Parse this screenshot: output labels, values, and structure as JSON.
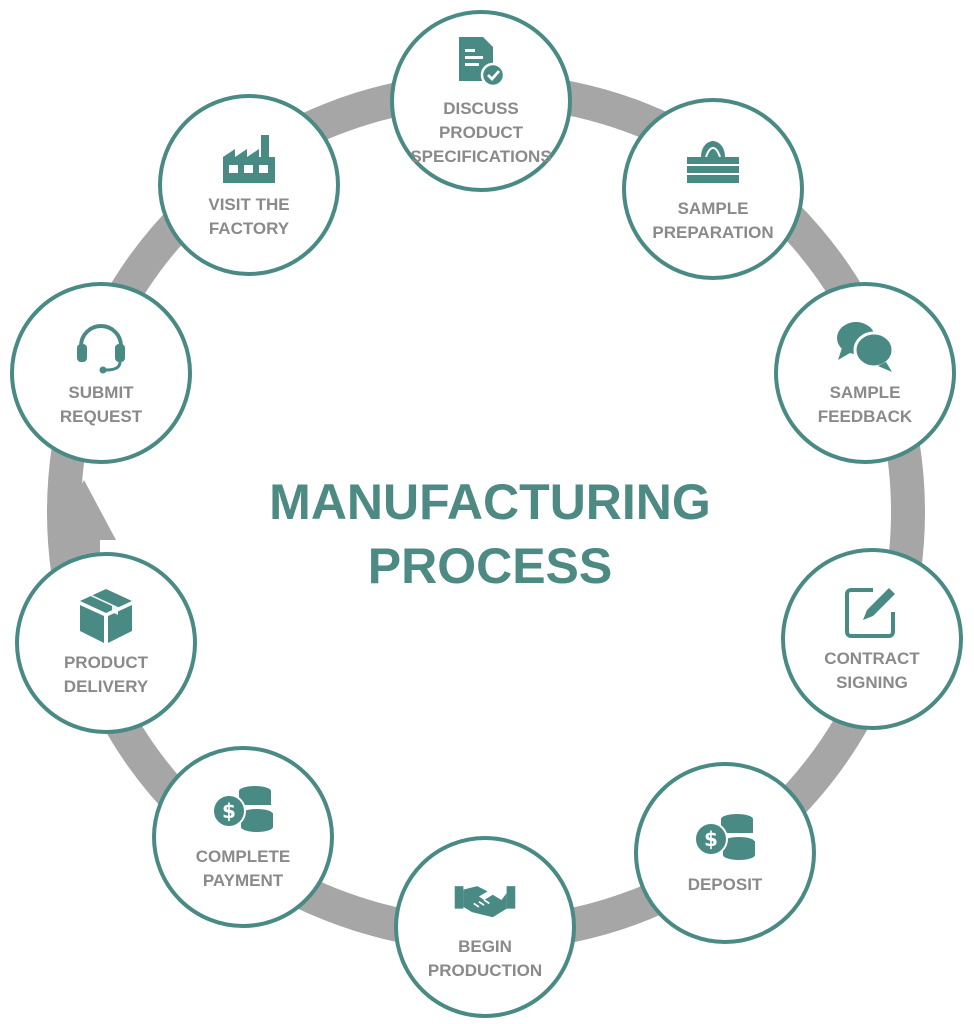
{
  "title": {
    "line1": "MANUFACTURING",
    "line2": "PROCESS"
  },
  "colors": {
    "accent": "#4a8a84",
    "label": "#8a8a8a",
    "ring": "#a6a6a6",
    "background": "#ffffff"
  },
  "steps": [
    {
      "line1": "DISCUSS PRODUCT",
      "line2": "SPECIFICATIONS",
      "icon": "document-check-icon"
    },
    {
      "line1": "SAMPLE",
      "line2": "PREPARATION",
      "icon": "tissue-box-icon"
    },
    {
      "line1": "SAMPLE",
      "line2": "FEEDBACK",
      "icon": "chat-bubbles-icon"
    },
    {
      "line1": "CONTRACT",
      "line2": "SIGNING",
      "icon": "edit-sign-icon"
    },
    {
      "line1": "DEPOSIT",
      "line2": "",
      "icon": "dollar-coins-icon"
    },
    {
      "line1": "BEGIN",
      "line2": "PRODUCTION",
      "icon": "handshake-icon"
    },
    {
      "line1": "COMPLETE",
      "line2": "PAYMENT",
      "icon": "dollar-coins-icon"
    },
    {
      "line1": "PRODUCT",
      "line2": "DELIVERY",
      "icon": "package-box-icon"
    },
    {
      "line1": "SUBMIT",
      "line2": "REQUEST",
      "icon": "headset-icon"
    },
    {
      "line1": "VISIT THE",
      "line2": "FACTORY",
      "icon": "factory-icon"
    }
  ]
}
